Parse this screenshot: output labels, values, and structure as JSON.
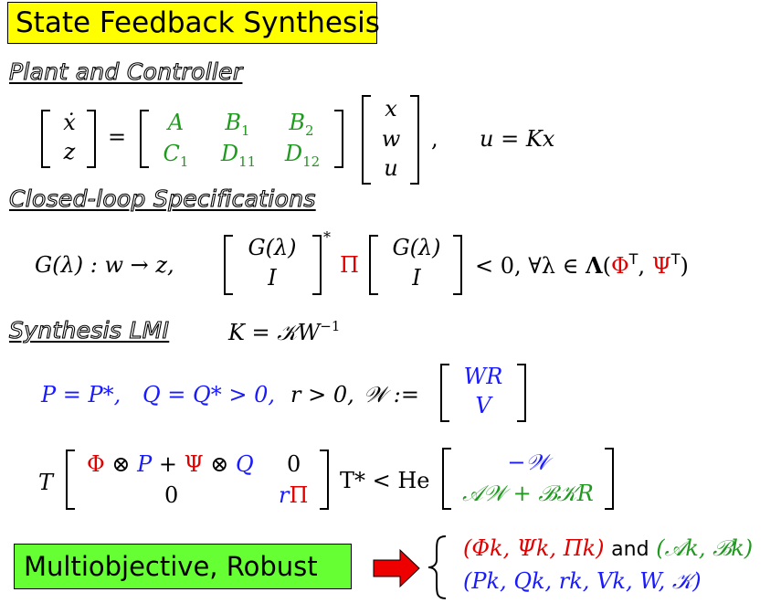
{
  "title": "State Feedback Synthesis",
  "sections": {
    "plant": "Plant and Controller",
    "closed_loop": "Closed-loop Specifications",
    "lmi": "Synthesis LMI"
  },
  "plant_eq": {
    "lhs": [
      "ẋ",
      "z"
    ],
    "equals": "=",
    "matrix": [
      [
        "A",
        "B",
        "B"
      ],
      [
        "C",
        "D",
        "D"
      ]
    ],
    "matrix_subs": [
      [
        "",
        "1",
        "2"
      ],
      [
        "1",
        "11",
        "12"
      ]
    ],
    "rhs": [
      "x",
      "w",
      "u"
    ],
    "comma": ",",
    "controller": "u = Kx"
  },
  "spec_eq": {
    "map": "G(λ) : w → z,",
    "col_top": "G(λ)",
    "col_bottom": "I",
    "star": "*",
    "pi": "Π",
    "tail_prefix": "< 0,  ∀λ ∈ ",
    "lambda_bold": "Λ",
    "tail_open": "(",
    "phi_t": "Φ",
    "comma": ", ",
    "psi_t": "Ψ",
    "transpose": "T",
    "tail_close": ")"
  },
  "lmi_eq": {
    "k_def": "K = 𝒦W",
    "k_exp": "−1",
    "cond_p": "P = P*,",
    "cond_q": "Q = Q* > 0,",
    "cond_r": "r > 0,",
    "w_def": "𝒲 :=",
    "w_top": "WR",
    "w_bottom": "V"
  },
  "big_lmi": {
    "t": "T",
    "phi": "Φ",
    "otimes1": " ⊗ ",
    "p": "P",
    "plus": " + ",
    "psi": "Ψ",
    "otimes2": " ⊗ ",
    "q": "Q",
    "zero_tr": "0",
    "zero_bl": "0",
    "r_pi_r": "r",
    "r_pi_pi": "Π",
    "tstar": "T* < He",
    "he_top": "−𝒲",
    "he_bottom": "𝒜𝒲 + ℬ𝒦R"
  },
  "multi": {
    "label": "Multiobjective, Robust",
    "line1_red": "(Φ",
    "line1_red_sub": [
      "k",
      "k",
      "k"
    ],
    "line1_red_text": "(Φk, Ψk, Πk)",
    "and": "and",
    "line1_green_text": "(𝒜k, ℬk)",
    "line2_text": "(Pk, Qk, rk, Vk, W, 𝒦)"
  },
  "colors": {
    "title_bg": "#ffff00",
    "multi_bg": "#66ff33",
    "green": "#1f9a1f",
    "blue": "#1a1aff",
    "red": "#e00000",
    "arrow": "#ee0000"
  }
}
